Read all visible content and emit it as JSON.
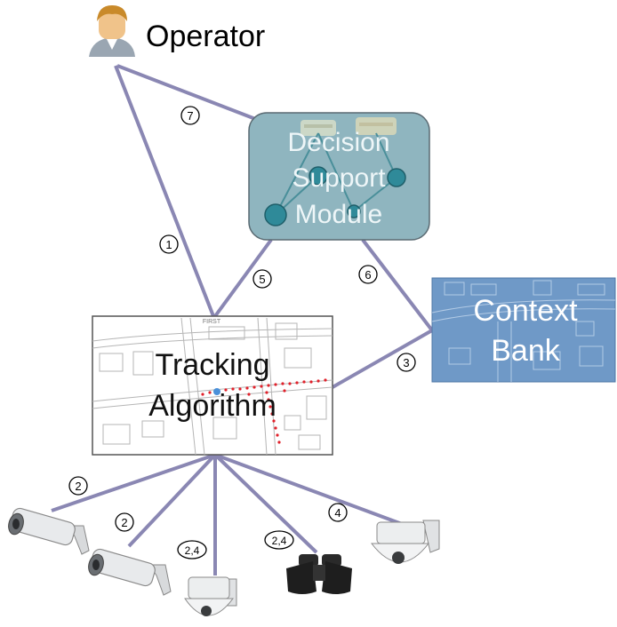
{
  "operator": {
    "label": "Operator"
  },
  "decision_support": {
    "line1": "Decision",
    "line2": "Support",
    "line3": "Module"
  },
  "context_bank": {
    "line1": "Context",
    "line2": "Bank"
  },
  "tracking": {
    "line1": "Tracking",
    "line2": "Algorithm",
    "map_street_label": "FIRST"
  },
  "links": {
    "operator_tracking": "1",
    "operator_dsm": "7",
    "dsm_tracking": "5",
    "dsm_context": "6",
    "context_tracking": "3",
    "sensor_1": "2",
    "sensor_2": "2",
    "sensor_3": "2,4",
    "sensor_4": "2,4",
    "sensor_5": "4"
  },
  "sensors": [
    "bullet-camera-icon",
    "bullet-camera-icon",
    "dome-camera-icon",
    "binoculars-icon",
    "dome-camera-icon"
  ],
  "colors": {
    "link_line": "#8a87b3",
    "dsm_fill": "#8fb5bf",
    "context_fill": "#6f99c7",
    "node": "#2f8a99"
  }
}
